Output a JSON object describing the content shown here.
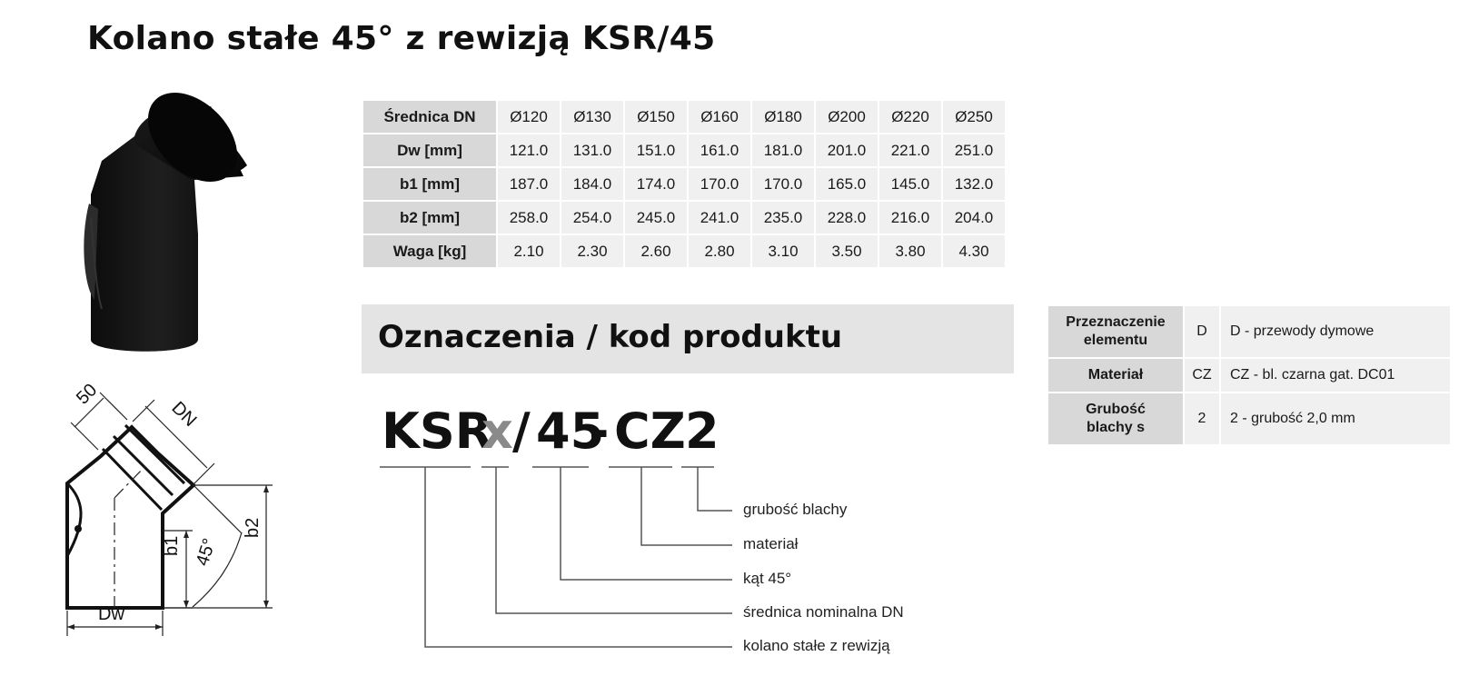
{
  "title": "Kolano stałe 45° z rewizją KSR/45",
  "spec_table": {
    "headers": [
      "Średnica DN",
      "Dw [mm]",
      "b1 [mm]",
      "b2 [mm]",
      "Waga [kg]"
    ],
    "rows": [
      [
        "Ø120",
        "Ø130",
        "Ø150",
        "Ø160",
        "Ø180",
        "Ø200",
        "Ø220",
        "Ø250"
      ],
      [
        "121.0",
        "131.0",
        "151.0",
        "161.0",
        "181.0",
        "201.0",
        "221.0",
        "251.0"
      ],
      [
        "187.0",
        "184.0",
        "174.0",
        "170.0",
        "170.0",
        "165.0",
        "145.0",
        "132.0"
      ],
      [
        "258.0",
        "254.0",
        "245.0",
        "241.0",
        "235.0",
        "228.0",
        "216.0",
        "204.0"
      ],
      [
        "2.10",
        "2.30",
        "2.60",
        "2.80",
        "3.10",
        "3.50",
        "3.80",
        "4.30"
      ]
    ]
  },
  "section_title": "Oznaczenia / kod produktu",
  "code": {
    "p1": "KSR",
    "p2": "x",
    "p3": "/",
    "p4": "45",
    "p5": "-",
    "p6": "CZ",
    "p7": "2"
  },
  "legend": {
    "thickness": "grubość blachy",
    "material": "materiał",
    "angle": "kąt 45°",
    "diameter": "średnica nominalna DN",
    "elbow": "kolano stałe z rewizją"
  },
  "marking_table": {
    "r0": {
      "h1": "Przeznaczenie",
      "h2": "elementu",
      "code": "D",
      "desc": "D - przewody dymowe"
    },
    "r1": {
      "h1": "Materiał",
      "code": "CZ",
      "desc": "CZ - bl. czarna gat. DC01"
    },
    "r2": {
      "h1": "Grubość",
      "h2": "blachy s",
      "code": "2",
      "desc": "2 - grubość 2,0 mm"
    }
  },
  "drawing": {
    "dim_50": "50",
    "dim_dn": "DN",
    "dim_b1": "b1",
    "dim_b2": "b2",
    "dim_angle": "45°",
    "dim_dw": "Dw"
  }
}
